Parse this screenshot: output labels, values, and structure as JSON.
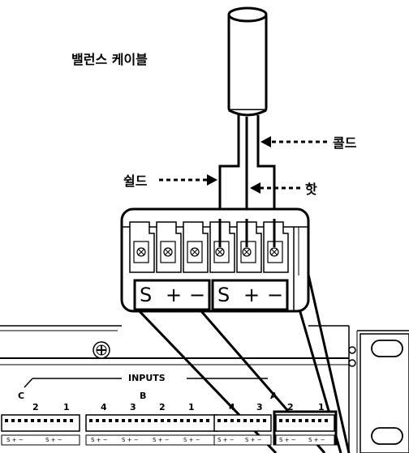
{
  "labels": {
    "cable_title": "밸런스 케이블",
    "cold": "콜드",
    "shield": "쉴드",
    "hot": "핫"
  },
  "connector_pins": {
    "left": [
      "S",
      "+",
      "−"
    ],
    "right": [
      "S",
      "+",
      "−"
    ]
  },
  "panel": {
    "inputs_title": "INPUTS",
    "groups": [
      "C",
      "B",
      "A"
    ],
    "channels_c": [
      "2",
      "1"
    ],
    "channels_b": [
      "4",
      "3",
      "2",
      "1"
    ],
    "channels_a_left": [
      "4",
      "3"
    ],
    "channels_a_right": [
      "2",
      "1"
    ],
    "strip_text": "S + −"
  }
}
